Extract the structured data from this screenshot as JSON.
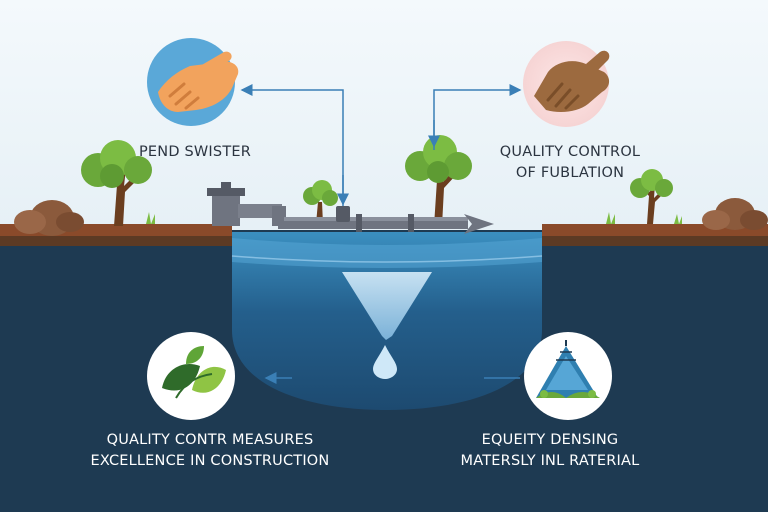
{
  "labels": {
    "top_left": [
      "PEND SWISTER"
    ],
    "top_right": [
      "QUALITY CONTROL",
      "OF FUBLATION"
    ],
    "bottom_left": [
      "QUALITY CONTR MEASURES",
      "EXCELLENCE IN CONSTRUCTION"
    ],
    "bottom_right": [
      "EQUEITY DENSING",
      "MATERSLY INL RATERIAL"
    ]
  },
  "icons": {
    "top_left": "hand-pointing-icon",
    "top_right": "hand-pinching-icon",
    "bottom_left": "leaf-icon",
    "bottom_right": "tent-landscape-icon"
  },
  "colors": {
    "sky": "#eef5fa",
    "soil": "#8a4a2a",
    "underground": "#1e3a52",
    "water": "#2f7fb0",
    "pipe": "#6f7480",
    "connector": "#3a7fb6",
    "tree_leaves": "#6aa83a",
    "tree_trunk": "#6b3e1f"
  }
}
